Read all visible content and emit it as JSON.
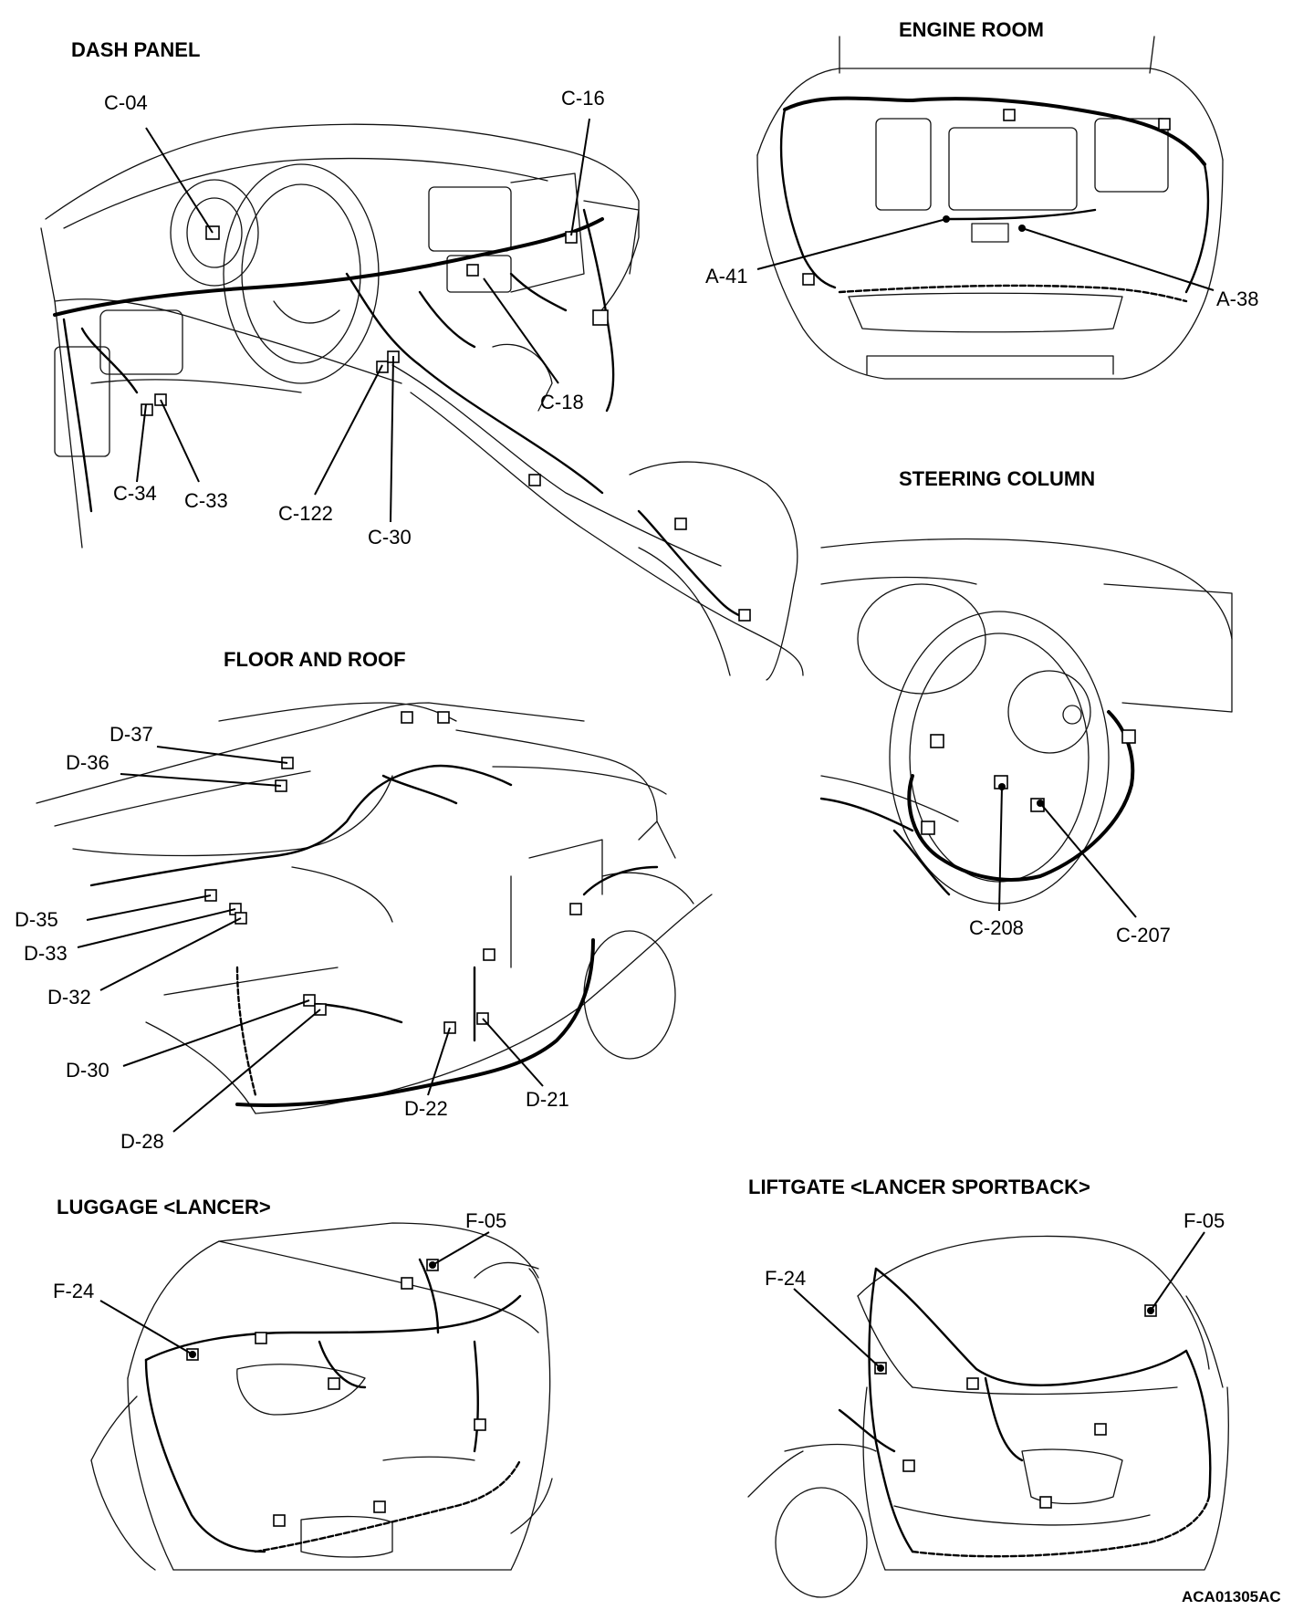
{
  "sections": {
    "dash_panel": {
      "title": "DASH PANEL",
      "callouts": [
        "C-04",
        "C-16",
        "C-18",
        "C-34",
        "C-33",
        "C-122",
        "C-30"
      ]
    },
    "engine_room": {
      "title": "ENGINE ROOM",
      "callouts": [
        "A-41",
        "A-38"
      ]
    },
    "steering_column": {
      "title": "STEERING COLUMN",
      "callouts": [
        "C-208",
        "C-207"
      ]
    },
    "floor_and_roof": {
      "title": "FLOOR AND ROOF",
      "callouts": [
        "D-37",
        "D-36",
        "D-35",
        "D-33",
        "D-32",
        "D-30",
        "D-28",
        "D-22",
        "D-21"
      ]
    },
    "luggage": {
      "title": "LUGGAGE <LANCER>",
      "callouts": [
        "F-05",
        "F-24"
      ]
    },
    "liftgate": {
      "title": "LIFTGATE <LANCER SPORTBACK>",
      "callouts": [
        "F-05",
        "F-24"
      ]
    }
  },
  "footer": {
    "code": "ACA01305AC"
  }
}
